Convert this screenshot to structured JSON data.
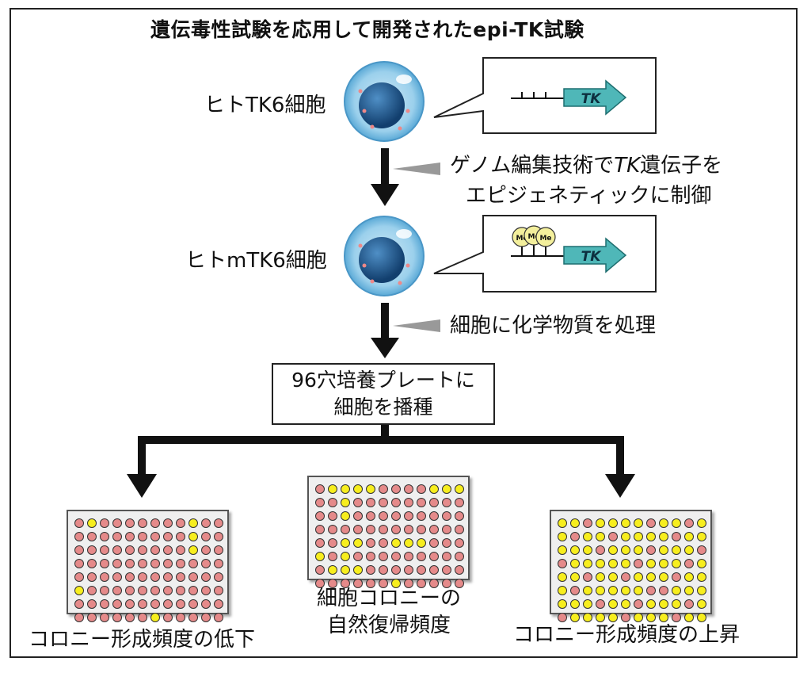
{
  "title": "遺伝毒性試験を応用して開発されたepi-TK試験",
  "cells": {
    "wild": "ヒトTK6細胞",
    "modified": "ヒトmTK6細胞"
  },
  "gene_label": "TK",
  "methyl_mark": "Me",
  "steps": {
    "editing": [
      "ゲノム編集技術で",
      "TK",
      "遺伝子を",
      "エピジェネティックに制御"
    ],
    "treatment": "細胞に化学物質を処理",
    "seeding": [
      "96穴培養プレートに",
      "細胞を播種"
    ]
  },
  "outcomes": {
    "left": "コロニー形成頻度の低下",
    "center": [
      "細胞コロニーの",
      "自然復帰頻度"
    ],
    "right": "コロニー形成頻度の上昇"
  },
  "colors": {
    "well_pink": "#e58a8a",
    "well_yellow": "#f7ee1e",
    "gene_arrow": "#4fb7b8",
    "cell_outer": "#6fb6dc",
    "cell_nucleus": "#1d5b8f",
    "methyl": "#f3ef9c"
  },
  "plates": {
    "left_yellow_wells": [
      [
        0,
        1
      ],
      [
        0,
        9
      ],
      [
        1,
        9
      ],
      [
        2,
        9
      ],
      [
        5,
        0
      ],
      [
        7,
        6
      ]
    ],
    "center_yellow_wells": [
      [
        0,
        1
      ],
      [
        0,
        2
      ],
      [
        0,
        3
      ],
      [
        0,
        4
      ],
      [
        0,
        9
      ],
      [
        0,
        10
      ],
      [
        0,
        11
      ],
      [
        1,
        2
      ],
      [
        2,
        2
      ],
      [
        4,
        2
      ],
      [
        4,
        3
      ],
      [
        4,
        6
      ],
      [
        4,
        7
      ],
      [
        4,
        8
      ],
      [
        5,
        0
      ],
      [
        5,
        2
      ],
      [
        6,
        1
      ],
      [
        6,
        2
      ],
      [
        6,
        3
      ],
      [
        7,
        6
      ]
    ],
    "right_pink_wells": [
      [
        0,
        2
      ],
      [
        0,
        7
      ],
      [
        0,
        10
      ],
      [
        1,
        1
      ],
      [
        1,
        4
      ],
      [
        1,
        9
      ],
      [
        2,
        3
      ],
      [
        2,
        7
      ],
      [
        2,
        11
      ],
      [
        3,
        0
      ],
      [
        3,
        6
      ],
      [
        3,
        10
      ],
      [
        4,
        2
      ],
      [
        4,
        5
      ],
      [
        4,
        9
      ],
      [
        5,
        1
      ],
      [
        5,
        7
      ],
      [
        5,
        8
      ],
      [
        6,
        3
      ],
      [
        6,
        6
      ],
      [
        6,
        10
      ],
      [
        7,
        0
      ],
      [
        7,
        5
      ],
      [
        7,
        9
      ]
    ]
  }
}
